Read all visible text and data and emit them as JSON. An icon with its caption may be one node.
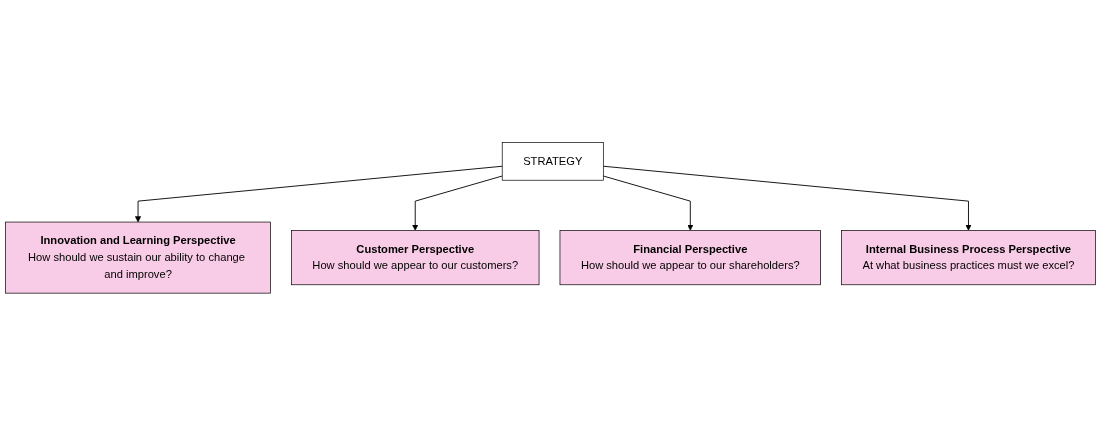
{
  "diagram": {
    "nodes": [
      {
        "text": [
          "Innovation and Learning Perspective",
          "How should we sustain our ability to change and improve?"
        ]
      },
      {
        "text": [
          "Customer Perspective",
          "How should we appear to our customers?"
        ]
      },
      {
        "text": [
          "STRATEGY"
        ]
      },
      {
        "text": [
          "Financial Perspective",
          "How should we appear to our shareholders?"
        ]
      },
      {
        "text": [
          "Internal Business Process Perspective",
          "At what business practices must we excel?"
        ]
      }
    ],
    "edges": [
      {
        "from": 2,
        "to": 0,
        "arrow": "to"
      },
      {
        "from": 2,
        "to": 1,
        "arrow": "to"
      },
      {
        "from": 2,
        "to": 3,
        "arrow": "to"
      },
      {
        "from": 2,
        "to": 4,
        "arrow": "to"
      }
    ]
  }
}
